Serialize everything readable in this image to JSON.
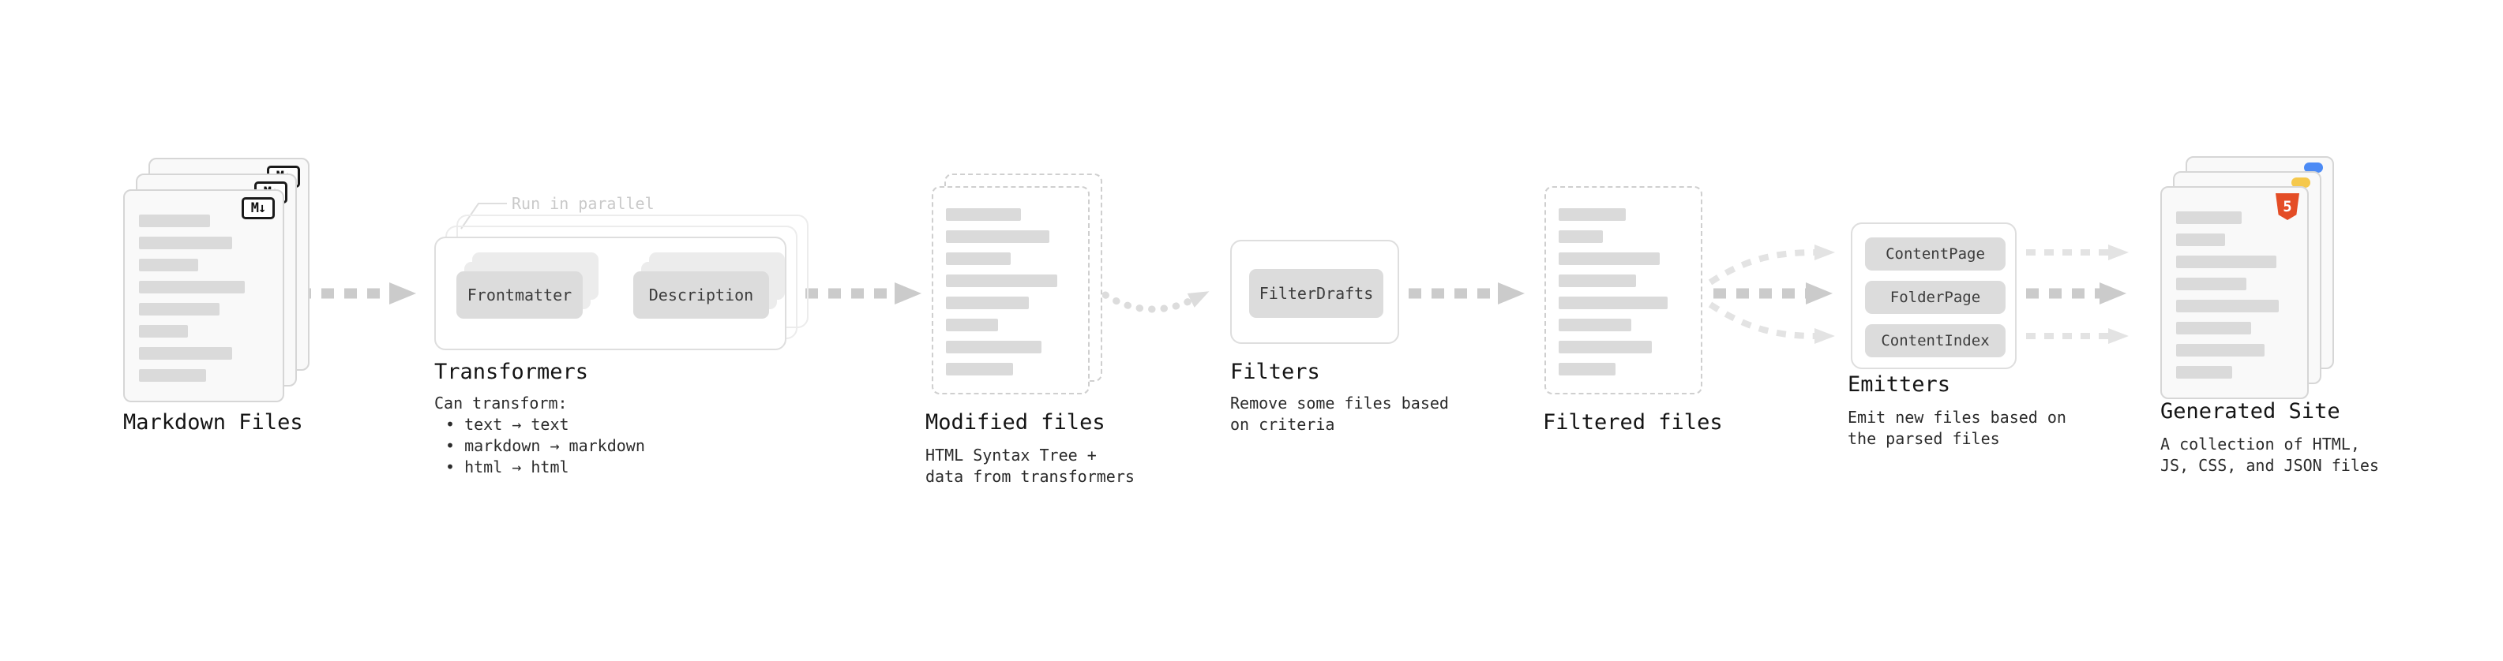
{
  "diagram": {
    "markdown_files": {
      "label": "Markdown Files",
      "icon": "M↓"
    },
    "transformers": {
      "label": "Transformers",
      "annotation": "Run in parallel",
      "steps": [
        "Frontmatter",
        "Description"
      ],
      "notes_title": "Can transform:",
      "notes": [
        "• text → text",
        "• markdown → markdown",
        "• html → html"
      ]
    },
    "modified_files": {
      "label": "Modified files",
      "notes": [
        "HTML Syntax Tree +",
        "data from transformers"
      ]
    },
    "filters": {
      "label": "Filters",
      "steps": [
        "FilterDrafts"
      ],
      "notes": [
        "Remove some files based",
        "on criteria"
      ]
    },
    "filtered_files": {
      "label": "Filtered files"
    },
    "emitters": {
      "label": "Emitters",
      "steps": [
        "ContentPage",
        "FolderPage",
        "ContentIndex"
      ],
      "notes": [
        "Emit new files based on",
        "the parsed files"
      ]
    },
    "generated_site": {
      "label": "Generated Site",
      "icon": "5",
      "notes": [
        "A collection of HTML,",
        "JS, CSS, and JSON files"
      ]
    },
    "colors": {
      "arrow": "#cbcbcb",
      "arrow_light": "#e3e3e3",
      "html5_orange": "#e44d26",
      "js_yellow": "#f5c84c",
      "css_blue": "#4c8bf5"
    }
  }
}
